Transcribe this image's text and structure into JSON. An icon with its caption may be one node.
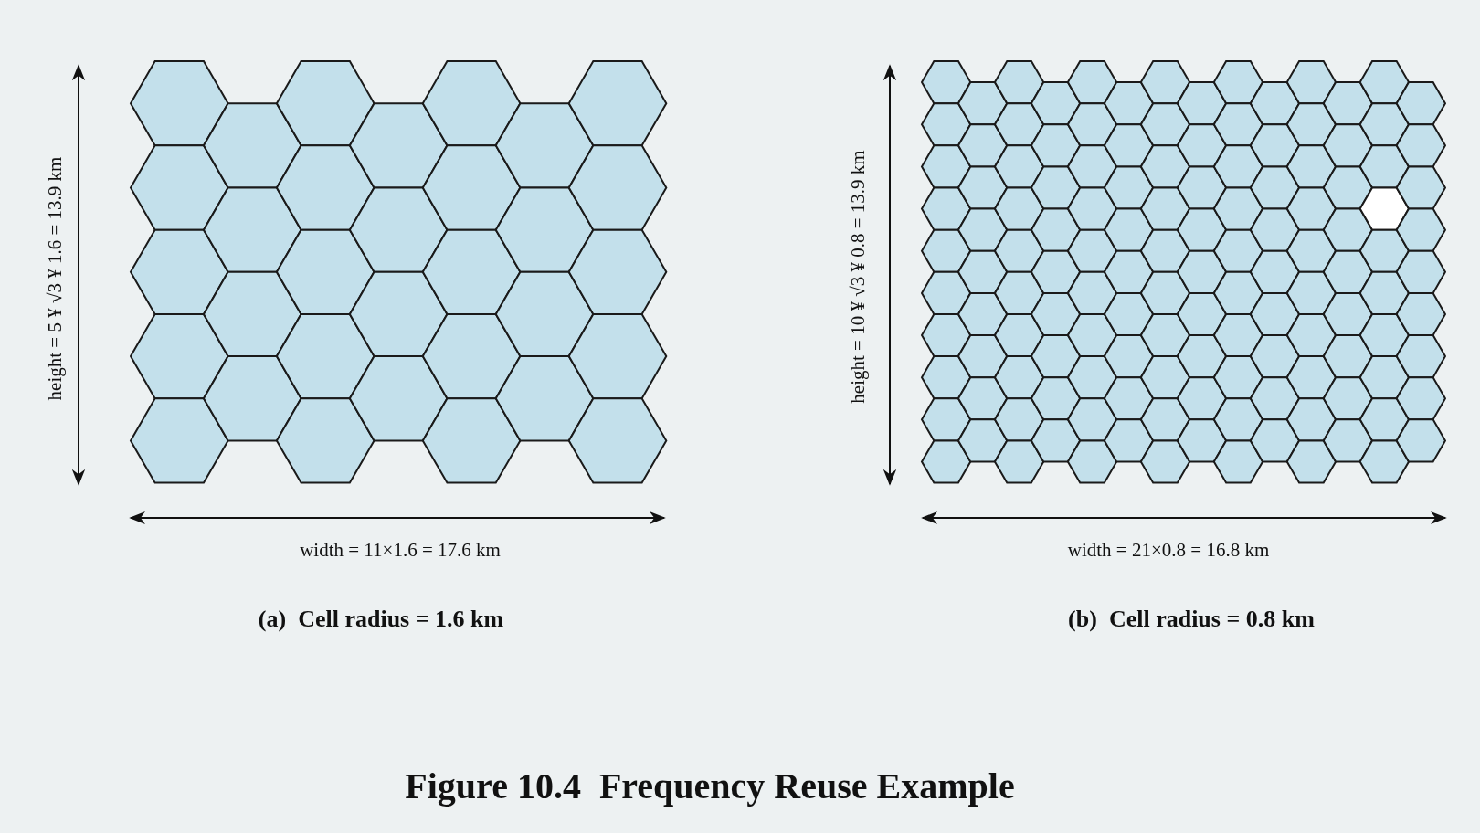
{
  "diagram": {
    "title": "Figure 10.4  Frequency Reuse Example",
    "labels": [
      "height = 5 ¥ √3 ¥ 1.6 = 13.9 km",
      "width = 11×1.6 = 17.6 km",
      "(a)  Cell radius = 1.6 km",
      "height = 10 ¥ √3 ¥ 0.8 = 13.9 km",
      "width = 21×0.8 = 16.8 km",
      "(b)  Cell radius = 0.8 km"
    ]
  }
}
